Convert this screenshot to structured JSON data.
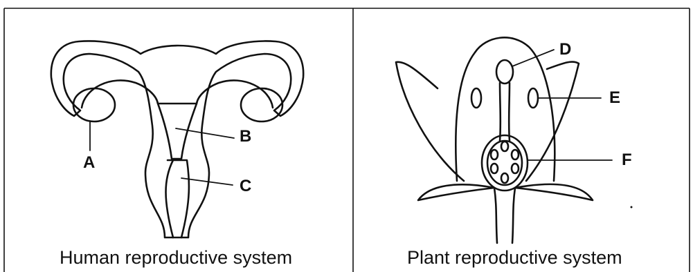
{
  "panels": [
    {
      "caption": "Human reproductive system",
      "labels": {
        "a": "A",
        "b": "B",
        "c": "C"
      }
    },
    {
      "caption": "Plant reproductive system",
      "labels": {
        "d": "D",
        "e": "E",
        "f": "F"
      }
    }
  ]
}
